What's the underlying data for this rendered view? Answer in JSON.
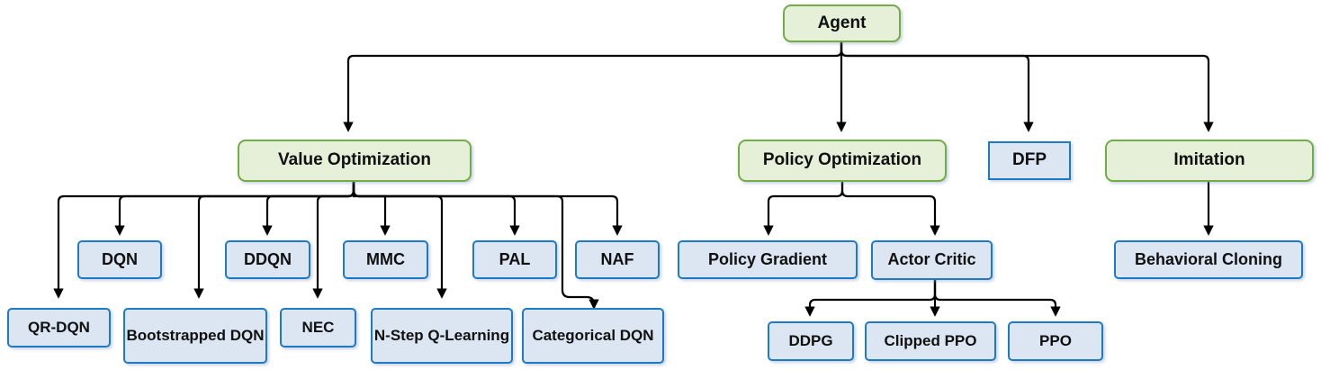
{
  "diagram": {
    "title": "Agent algorithm taxonomy",
    "colors": {
      "green_border": "#70ad47",
      "green_fill": "#e6efd8",
      "blue_border": "#1f7ac4",
      "blue_fill": "#dce6f2",
      "connector": "#000000",
      "background": "#ffffff"
    },
    "nodes": {
      "agent": "Agent",
      "value_optimization": "Value Optimization",
      "policy_optimization": "Policy Optimization",
      "dfp": "DFP",
      "imitation": "Imitation",
      "dqn": "DQN",
      "ddqn": "DDQN",
      "mmc": "MMC",
      "pal": "PAL",
      "naf": "NAF",
      "qr_dqn": "QR-DQN",
      "bootstrapped_dqn": "Bootstrapped DQN",
      "nec": "NEC",
      "n_step_q_learning": "N-Step Q-Learning",
      "categorical_dqn": "Categorical DQN",
      "policy_gradient": "Policy Gradient",
      "actor_critic": "Actor Critic",
      "ddpg": "DDPG",
      "clipped_ppo": "Clipped PPO",
      "ppo": "PPO",
      "behavioral_cloning": "Behavioral Cloning"
    }
  }
}
